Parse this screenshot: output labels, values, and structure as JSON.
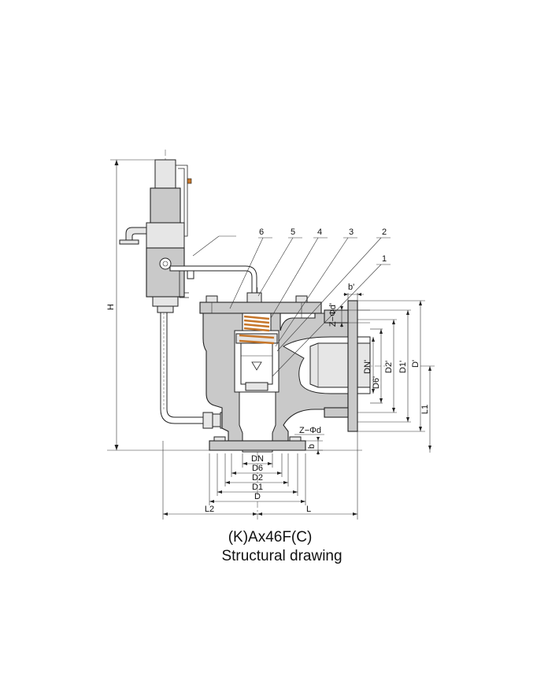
{
  "model": "(K)Ax46F(C)",
  "caption": "Structural drawing",
  "part_numbers": [
    "6",
    "5",
    "4",
    "3",
    "2",
    "1"
  ],
  "dimensions": {
    "H": "H",
    "L": "L",
    "L1": "L1",
    "L2": "L2",
    "DN": "DN",
    "D6": "D6",
    "D2": "D2",
    "D1": "D1",
    "D": "D",
    "DN_prime": "DN'",
    "D6_prime": "D6'",
    "D2_prime": "D2'",
    "D1_prime": "D1'",
    "D_prime": "D'",
    "b": "b",
    "b_prime": "b'",
    "Z_d": "Z−Φd",
    "Z_d_prime": "Z−Φd'"
  },
  "colors": {
    "body": "#c9c9c9",
    "spring": "#c6762a",
    "line": "#222222"
  }
}
